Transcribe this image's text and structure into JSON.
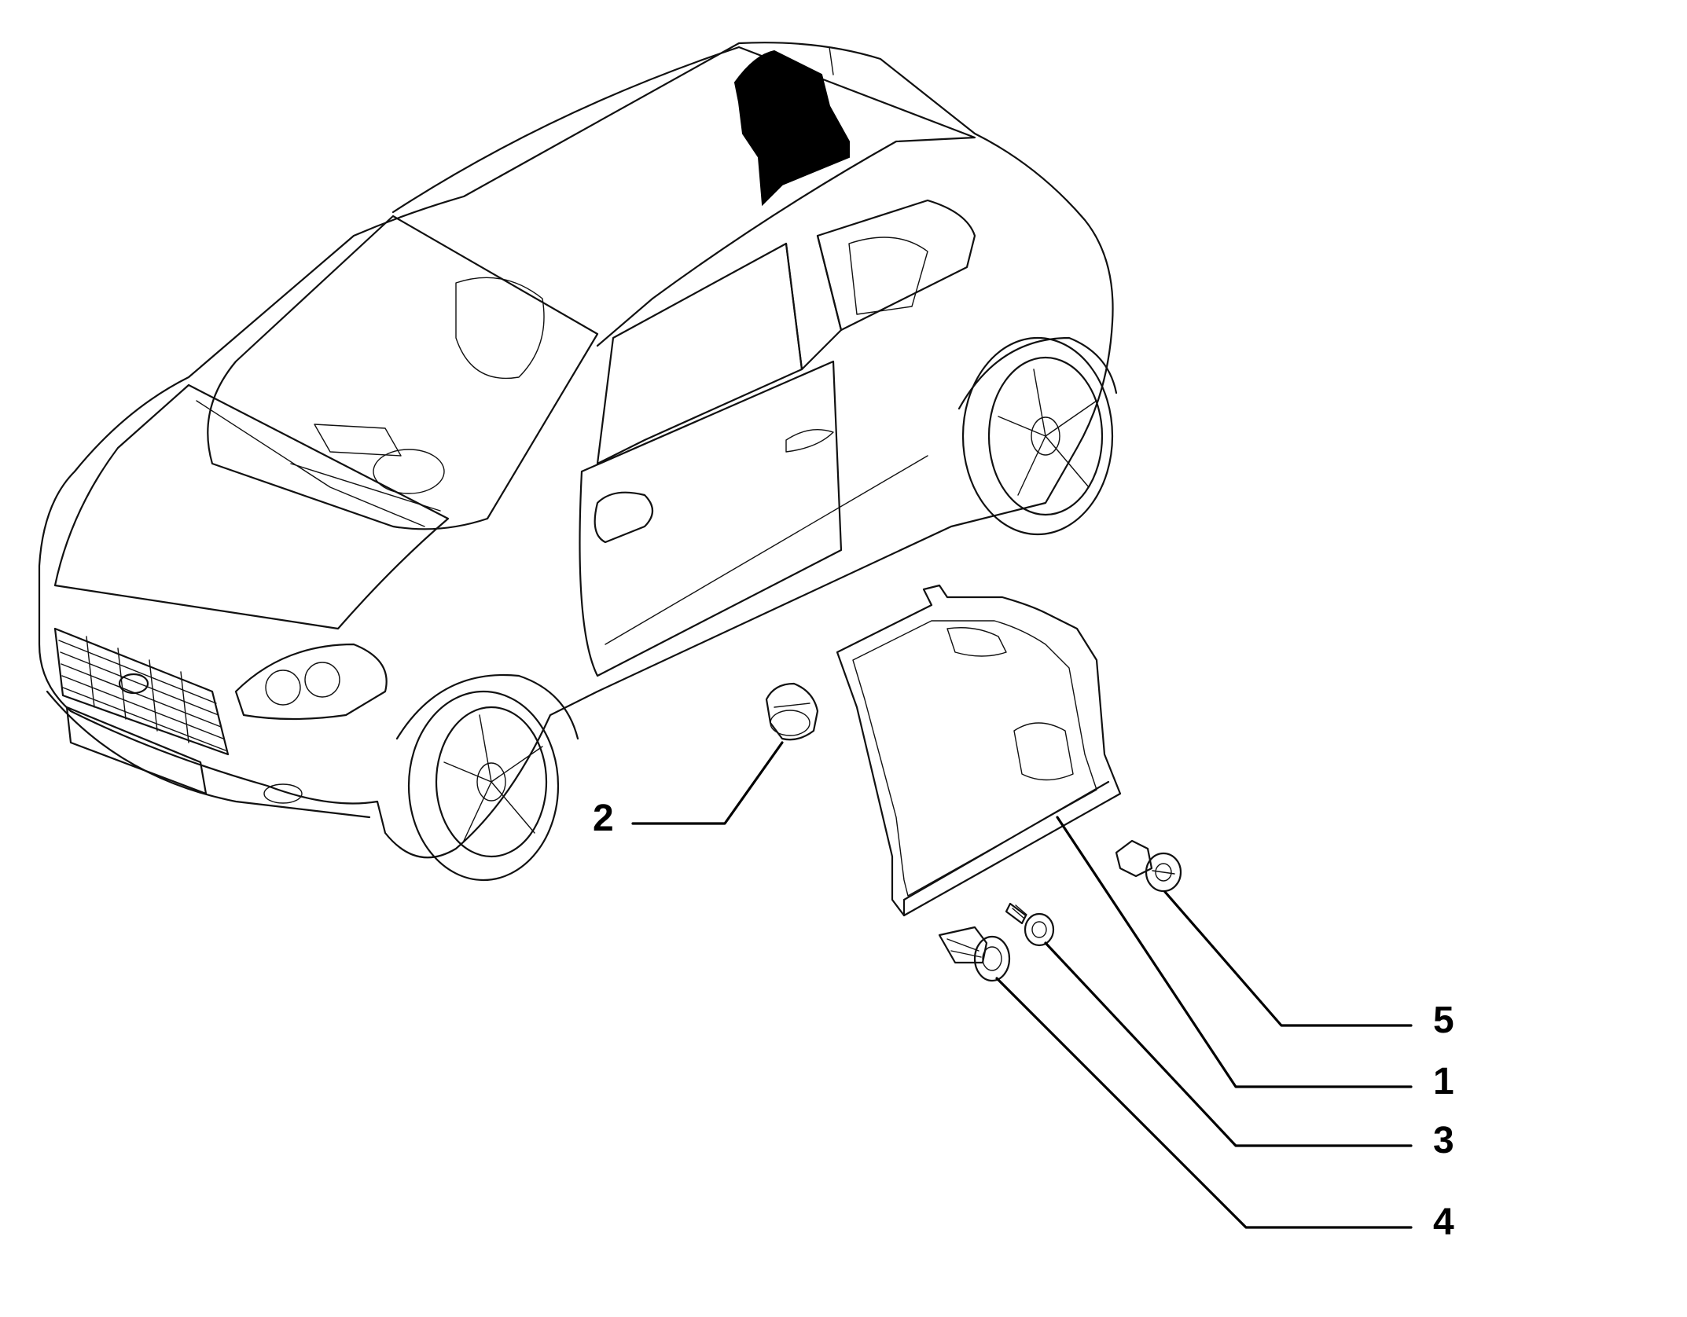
{
  "callouts": [
    {
      "id": "c1",
      "label": "1"
    },
    {
      "id": "c2",
      "label": "2"
    },
    {
      "id": "c3",
      "label": "3"
    },
    {
      "id": "c4",
      "label": "4"
    },
    {
      "id": "c5",
      "label": "5"
    }
  ],
  "colors": {
    "line": "#111111",
    "highlight_fill": "#000000",
    "background": "#ffffff"
  }
}
